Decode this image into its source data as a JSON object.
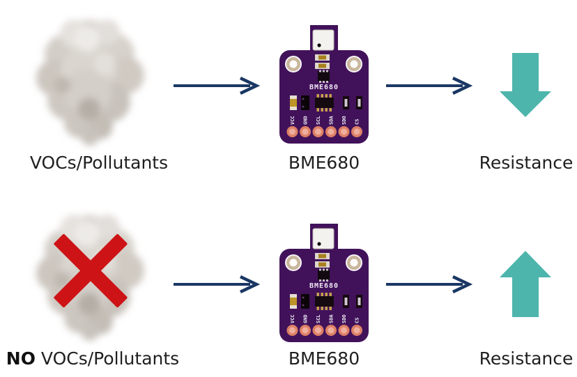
{
  "colors": {
    "flow_arrow_navy": "#1a3764",
    "result_arrow_teal": "#4db5ab",
    "cross_red": "#cd1316",
    "pcb_purple": "#41125a",
    "label_text": "#1f1f1f"
  },
  "board": {
    "silkscreen": "BME680",
    "pin_labels": [
      "VCC",
      "GND",
      "SCL",
      "SDA",
      "SDO",
      "CS"
    ]
  },
  "rows": [
    {
      "input_label_prefix": "",
      "input_label": "VOCs/Pollutants",
      "crossed_out": false,
      "sensor_label": "BME680",
      "result_label": "Resistance",
      "result_direction": "down"
    },
    {
      "input_label_prefix": "NO",
      "input_label": " VOCs/Pollutants",
      "crossed_out": true,
      "sensor_label": "BME680",
      "result_label": "Resistance",
      "result_direction": "up"
    }
  ]
}
